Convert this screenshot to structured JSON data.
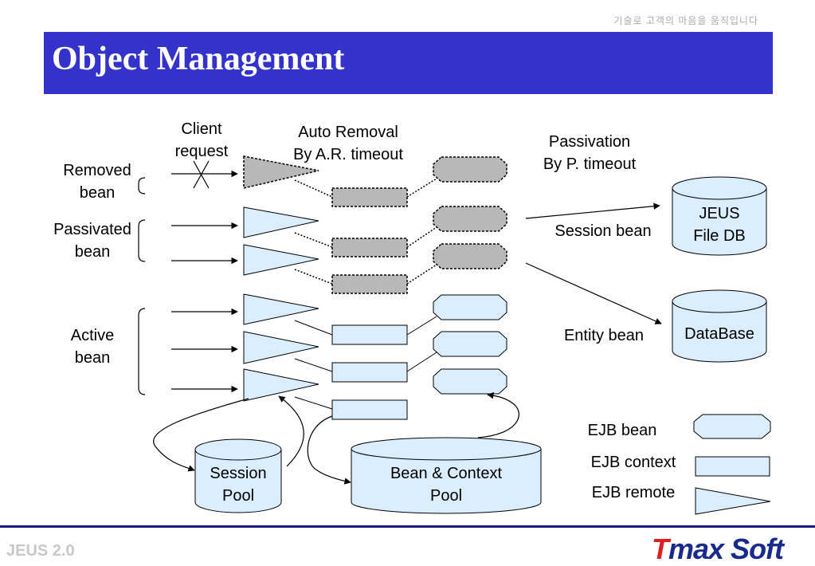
{
  "header": {
    "tagline": "기술로 고객의 마음을 움직입니다",
    "title": "Object Management"
  },
  "labels": {
    "client_request": [
      "Client",
      "request"
    ],
    "auto_removal": [
      "Auto Removal",
      "By A.R. timeout"
    ],
    "passivation": [
      "Passivation",
      "By P. timeout"
    ],
    "removed_bean": [
      "Removed",
      "bean"
    ],
    "passivated_bean": [
      "Passivated",
      "bean"
    ],
    "active_bean": [
      "Active",
      "bean"
    ],
    "session_bean": "Session bean",
    "entity_bean": "Entity bean",
    "jeus_file_db": [
      "JEUS",
      "File DB"
    ],
    "database": "DataBase",
    "session_pool": [
      "Session",
      "Pool"
    ],
    "bean_context_pool": [
      "Bean & Context",
      "Pool"
    ]
  },
  "legend": {
    "ejb_bean": "EJB bean",
    "ejb_context": "EJB context",
    "ejb_remote": "EJB remote"
  },
  "footer": {
    "version": "JEUS 2.0",
    "logo_t": "T",
    "logo_rest": "max Soft"
  },
  "colors": {
    "title_bar": "#3333cc",
    "shape_fill": "#dbeeff",
    "removed_fill": "#b8b8b8",
    "logo_blue": "#1a2a8c",
    "logo_red": "#e02020"
  }
}
